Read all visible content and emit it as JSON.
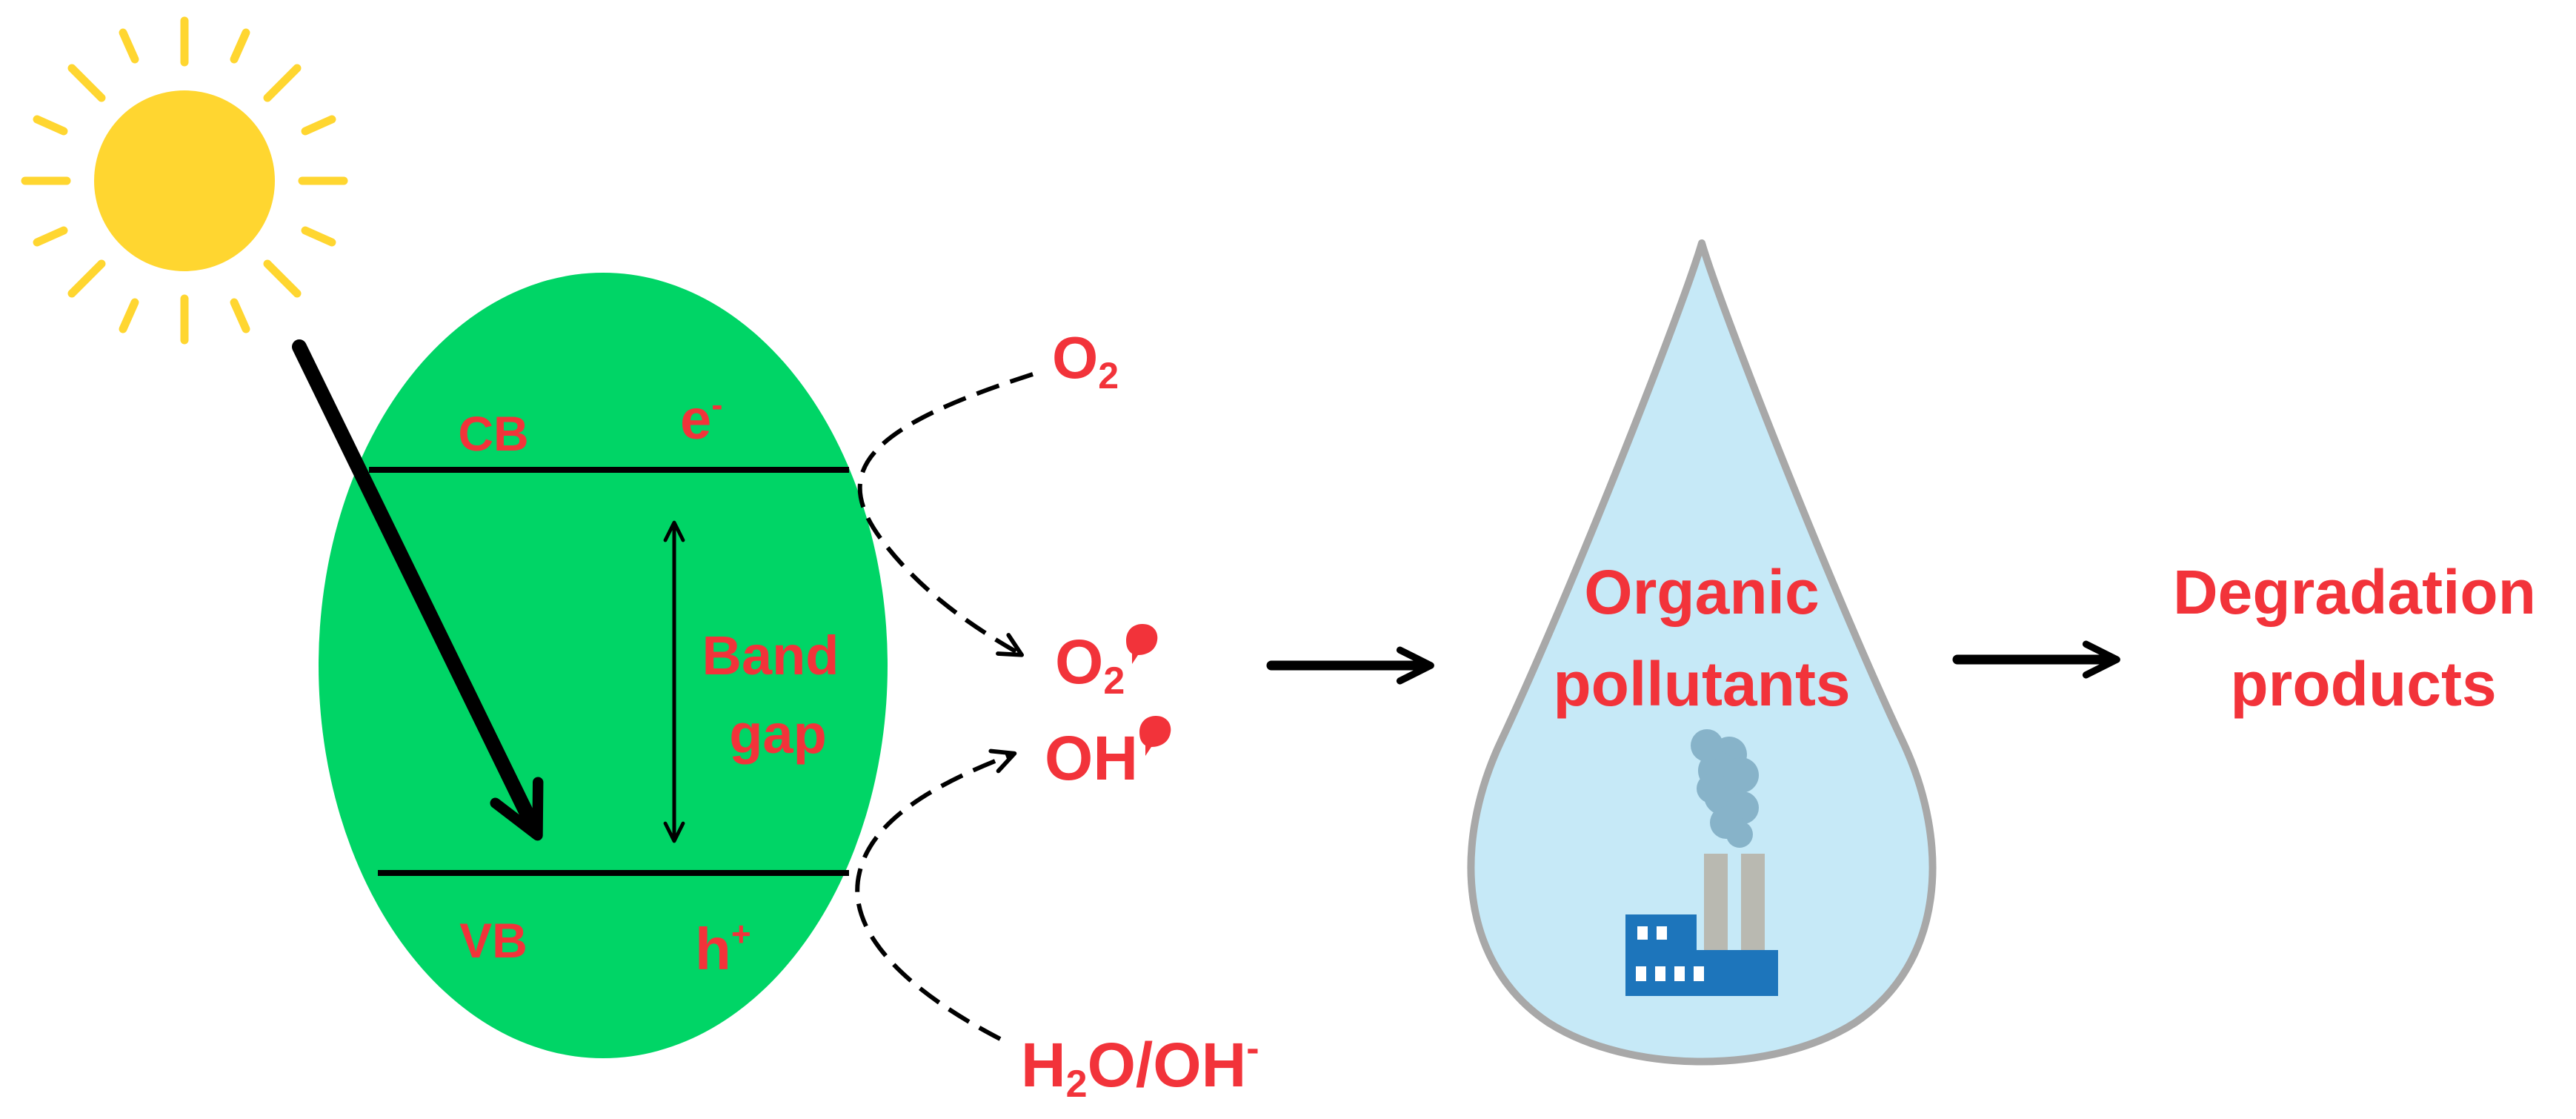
{
  "semiconductor": {
    "cb_label": "CB",
    "vb_label": "VB",
    "electron": {
      "base": "e",
      "sup": "-"
    },
    "hole": {
      "base": "h",
      "sup": "+"
    },
    "band_gap_line1": "Band",
    "band_gap_line2": "gap"
  },
  "species": {
    "o2": {
      "base": "O",
      "sub": "2"
    },
    "superoxide": {
      "base": "O",
      "sub": "2"
    },
    "hydroxyl": {
      "base": "OH"
    },
    "water": {
      "h": "H",
      "sub": "2",
      "rest": "O/OH",
      "sup": "-"
    }
  },
  "pollutant": {
    "line1": "Organic",
    "line2": "pollutants"
  },
  "result": {
    "line1": "Degradation",
    "line2": "products"
  },
  "colors": {
    "sun": "#ffd630",
    "semiconductor": "#00d566",
    "label": "#f2333a",
    "drop_fill": "#c6e9f7",
    "drop_stroke": "#a8a8a8",
    "factory": "#1d75bb",
    "smoke": "#87b3c9",
    "chimney": "#b9b9b1",
    "line": "#000000"
  },
  "icons": [
    "sun-icon",
    "factory-icon"
  ]
}
